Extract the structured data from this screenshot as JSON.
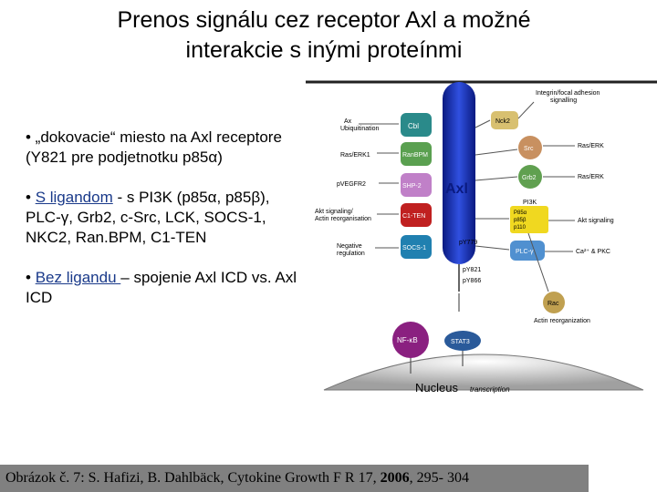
{
  "title": {
    "line1": "Prenos signálu cez receptor Axl a možné",
    "line2": "interakcie s inými proteínmi"
  },
  "bullets": [
    {
      "text": "• „dokovacie“ miesto na Axl receptore (Y821 pre podjetnotku p85α)"
    },
    {
      "prefix": "• ",
      "link": "S ligandom",
      "rest": " - s PI3K (p85α, p85β), PLC-γ, Grb2, c-Src, LCK, SOCS-1, NKC2, Ran.BPM, C1-TEN"
    },
    {
      "prefix": "• ",
      "link": "Bez ligandu ",
      "rest": "– spojenie Axl ICD vs. Axl ICD"
    }
  ],
  "caption": {
    "prefix": "Obrázok č. 7: S. Hafizi, B. Dahlbäck, Cytokine Growth F R 17, ",
    "year": "2006",
    "suffix": ", 295- 304"
  },
  "diagram": {
    "receptor": "Axl",
    "nucleus": "Nucleus",
    "transcription": "transcription",
    "left_labels": [
      "Ax",
      "Ubiquitination",
      "Ras/ERK1",
      "pVEGFR2",
      "Akt signaling/",
      "Actin reorganisation",
      "Negative",
      "regulation"
    ],
    "top_right_labels": [
      "Integrin/focal adhesion",
      "signalling"
    ],
    "right_labels": [
      "Ras/ERK",
      "Ras/ERK",
      "Akt signaling",
      "Ca²⁺ & PKC",
      "Actin reorganization"
    ],
    "nodes": [
      "Cbl",
      "RanBPM",
      "SHP-2",
      "C1-TEN",
      "SOCS-1",
      "Nck2",
      "Src",
      "Grb2",
      "PI3K",
      "PLC-γ",
      "Rac",
      "NF-κB",
      "STAT3"
    ],
    "pi3k_sub": [
      "P85α",
      "p85β",
      "p110"
    ],
    "residues": [
      "pY779",
      "pY821",
      "pY866"
    ],
    "colors": {
      "receptor": "#2040c8",
      "cbl": "#2a8a8a",
      "ranbpm": "#5aa050",
      "shp2": "#c080c8",
      "c1ten": "#c02020",
      "socs1": "#2080b0",
      "nck2": "#d8c070",
      "src": "#c89060",
      "grb2": "#60a050",
      "pi3k": "#f0d820",
      "plc": "#5090d0",
      "rac": "#c0a050",
      "nfkb": "#8a2080",
      "stat3": "#2a5a9a",
      "caption_bg": "#808080"
    }
  }
}
